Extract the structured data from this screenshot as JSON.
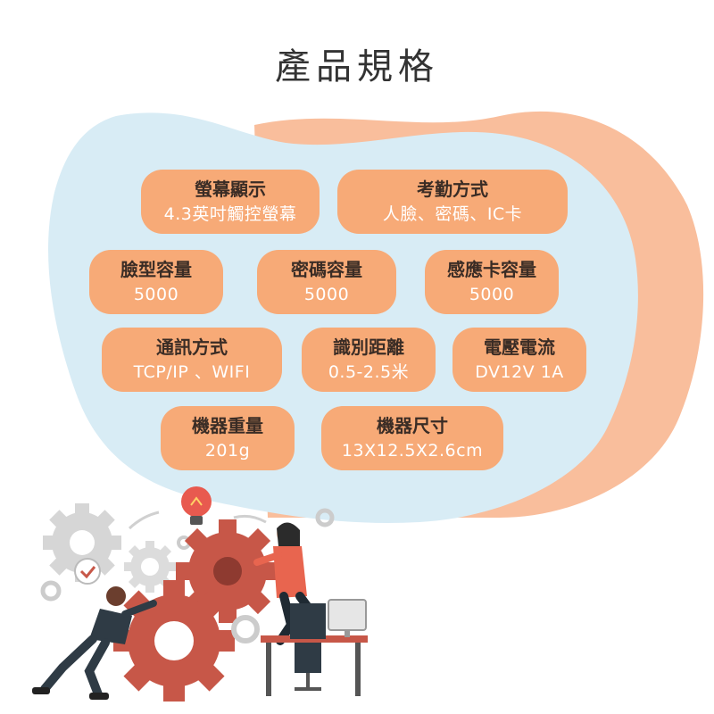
{
  "title": "產品規格",
  "colors": {
    "pill": "#f7aa77",
    "blob_blue": "#d8ecf5",
    "blob_peach": "#f9be9c",
    "gear_red": "#c75748",
    "gear_grey": "#d9d9d9"
  },
  "specs": [
    {
      "label": "螢幕顯示",
      "value": "4.3英吋觸控螢幕"
    },
    {
      "label": "考勤方式",
      "value": "人臉、密碼、IC卡"
    },
    {
      "label": "臉型容量",
      "value": "5000"
    },
    {
      "label": "密碼容量",
      "value": "5000"
    },
    {
      "label": "感應卡容量",
      "value": "5000"
    },
    {
      "label": "通訊方式",
      "value": "TCP/IP 、WIFI"
    },
    {
      "label": "識別距離",
      "value": "0.5-2.5米"
    },
    {
      "label": "電壓電流",
      "value": "DV12V  1A"
    },
    {
      "label": "機器重量",
      "value": "201g"
    },
    {
      "label": "機器尺寸",
      "value": "13X12.5X2.6cm"
    }
  ]
}
